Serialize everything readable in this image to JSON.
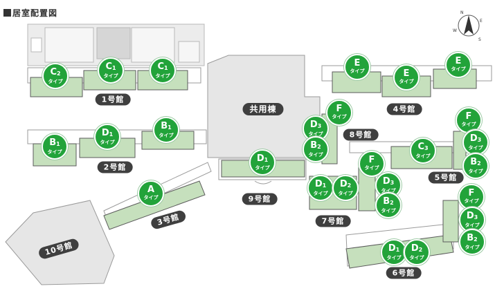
{
  "title": "居室配置図",
  "type_suffix": "タイプ",
  "compass": {
    "n": "N",
    "e": "E",
    "s": "S",
    "w": "W"
  },
  "buildings": {
    "b1": "1号館",
    "b2": "2号館",
    "b3": "3号館",
    "b4": "4号館",
    "b6": "6号館",
    "b7": "7号館",
    "b8": "8号館",
    "b9": "9号館",
    "b5": "5号館",
    "b10": "10号館",
    "common": "共用棟"
  },
  "badges": [
    {
      "l": "C",
      "n": "2"
    },
    {
      "l": "C",
      "n": "1"
    },
    {
      "l": "C",
      "n": "1"
    },
    {
      "l": "B",
      "n": "1"
    },
    {
      "l": "D",
      "n": "1"
    },
    {
      "l": "B",
      "n": "1"
    },
    {
      "l": "A",
      "n": ""
    },
    {
      "l": "D",
      "n": "1"
    },
    {
      "l": "E",
      "n": ""
    },
    {
      "l": "E",
      "n": ""
    },
    {
      "l": "E",
      "n": ""
    },
    {
      "l": "F",
      "n": ""
    },
    {
      "l": "D",
      "n": "3"
    },
    {
      "l": "B",
      "n": "2"
    },
    {
      "l": "C",
      "n": "3"
    },
    {
      "l": "F",
      "n": ""
    },
    {
      "l": "D",
      "n": "3"
    },
    {
      "l": "B",
      "n": "2"
    },
    {
      "l": "F",
      "n": ""
    },
    {
      "l": "D",
      "n": "1"
    },
    {
      "l": "D",
      "n": "2"
    },
    {
      "l": "D",
      "n": "3"
    },
    {
      "l": "B",
      "n": "2"
    },
    {
      "l": "F",
      "n": ""
    },
    {
      "l": "D",
      "n": "3"
    },
    {
      "l": "B",
      "n": "2"
    },
    {
      "l": "D",
      "n": "1"
    },
    {
      "l": "D",
      "n": "2"
    }
  ],
  "colors": {
    "unit": "#c6e0bd",
    "unit_edge": "#5a5a5a",
    "corridor": "#ffffff",
    "outline": "#b5b5b5",
    "building": "#e2e2e2",
    "badge": "#22a33a",
    "label": "#3f3f3f"
  }
}
